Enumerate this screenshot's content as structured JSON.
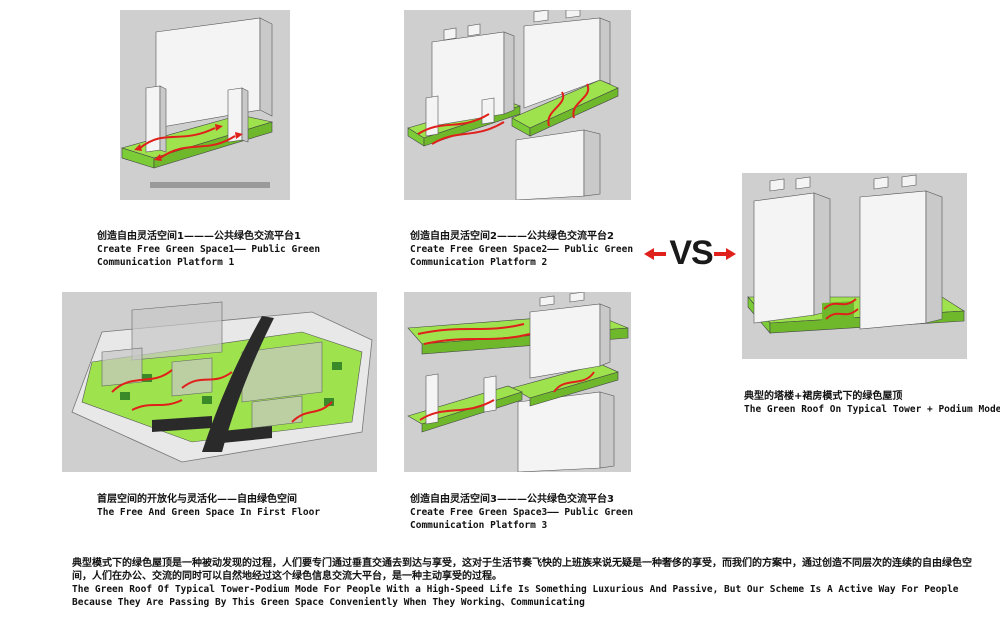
{
  "colors": {
    "green": "#9ee24e",
    "green_dark": "#6fb82c",
    "arrow": "#e0201a",
    "box": "#f4f4f4",
    "box_side": "#c9c9c9",
    "panel_bg": "#cfcfcf"
  },
  "captions": {
    "space1": {
      "zh": "创造自由灵活空间1———公共绿色交流平台1",
      "en1": "Create Free Green Space1—— Public Green",
      "en2": "Communication Platform 1"
    },
    "space2": {
      "zh": "创造自由灵活空间2———公共绿色交流平台2",
      "en1": "Create Free Green Space2—— Public Green",
      "en2": "Communication Platform 2"
    },
    "typical": {
      "zh": "典型的塔楼+裙房模式下的绿色屋顶",
      "en1": "The Green Roof On Typical Tower + Podium Model"
    },
    "floor": {
      "zh": "首层空间的开放化与灵活化——自由绿色空间",
      "en1": "The Free And Green Space In First Floor"
    },
    "space3": {
      "zh": "创造自由灵活空间3———公共绿色交流平台3",
      "en1": "Create Free Green Space3—— Public Green",
      "en2": "Communication Platform 3"
    }
  },
  "vs_label": "VS",
  "summary": {
    "zh": "典型模式下的绿色屋顶是一种被动发现的过程，人们要专门通过垂直交通去到达与享受，这对于生活节奏飞快的上班族来说无疑是一种奢侈的享受，而我们的方案中，通过创造不同层次的连续的自由绿色空间，人们在办公、交流的同时可以自然地经过这个绿色信息交流大平台，是一种主动享受的过程。",
    "en": "The Green Roof Of Typical Tower-Podium Mode For People With a High-Speed Life Is Something Luxurious And Passive, But Our Scheme Is A Active Way For People Because They Are Passing By This Green Space Conveniently When They Working、Communicating"
  }
}
